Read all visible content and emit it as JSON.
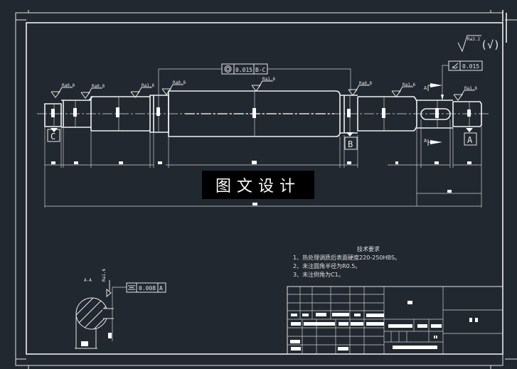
{
  "drawing": {
    "datum_labels": {
      "c": "C",
      "b": "B",
      "a": "A"
    },
    "section_label": "A-A",
    "section_cut_labels": [
      "A",
      "A"
    ],
    "tolerance_coaxiality": {
      "value": "0.015",
      "datum": "B-C"
    },
    "tolerance_runout": {
      "value": "0.015"
    },
    "tolerance_symmetry": {
      "value": "0.008",
      "datum": "A"
    },
    "roughness_labels": [
      "Ra0.8",
      "Ra0.8",
      "Ra1.6",
      "Ra1.6",
      "Ra0.8",
      "Ra1.6",
      "Ra0.8",
      "Ra1.6",
      "Ra1.6",
      "Ra3.2"
    ],
    "general_roughness": "Ra3.2",
    "general_roughness_suffix": "(√)"
  },
  "watermark": "图文设计",
  "technical_requirements": {
    "title": "技术要求",
    "items": [
      "1、热处理调质后表面硬度220-250HBS。",
      "2、未注圆角半径为R0.5。",
      "3、未注倒角为C1。"
    ]
  },
  "colors": {
    "background": "#212830",
    "lines": "#e6e6e6"
  }
}
